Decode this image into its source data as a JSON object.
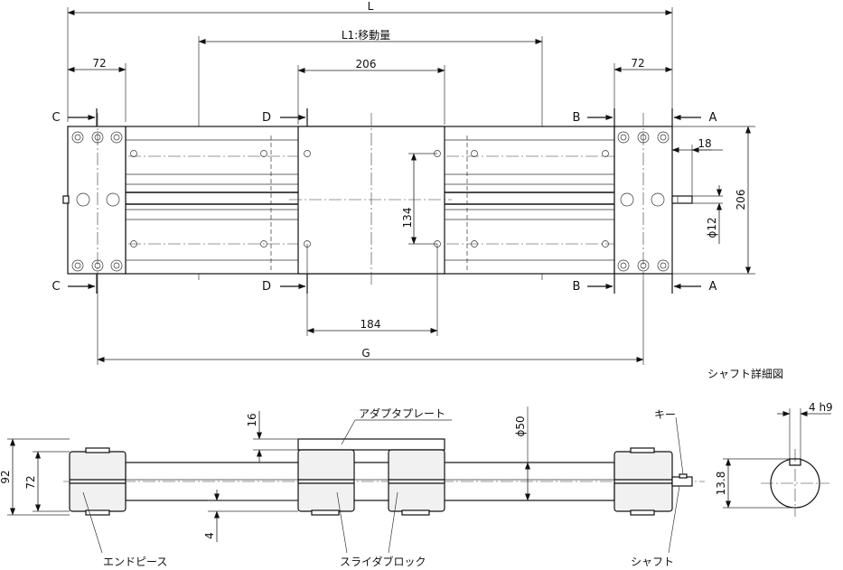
{
  "dimensions": {
    "total_length": "L",
    "stroke": "L1:移動量",
    "end_left": "72",
    "end_right": "72",
    "carriage_width": "206",
    "carriage_hole_pitch": "184",
    "carriage_hole_height": "134",
    "body_height": "206",
    "shaft_protrusion": "18",
    "shaft_diameter": "ϕ12",
    "overall_g": "G",
    "side_height_92": "92",
    "side_height_72": "72",
    "plate_thickness": "16",
    "tube_diameter": "ϕ50",
    "bottom_gap": "4",
    "key_width": "4 h9",
    "key_height": "13.8"
  },
  "section_marks": {
    "a": "A",
    "b": "B",
    "c": "C",
    "d": "D"
  },
  "labels": {
    "shaft_detail_title": "シャフト詳細図",
    "adapter_plate": "アダプタプレート",
    "key": "キー",
    "end_piece": "エンドピース",
    "slide_block": "スライダブロック",
    "shaft": "シャフト"
  }
}
